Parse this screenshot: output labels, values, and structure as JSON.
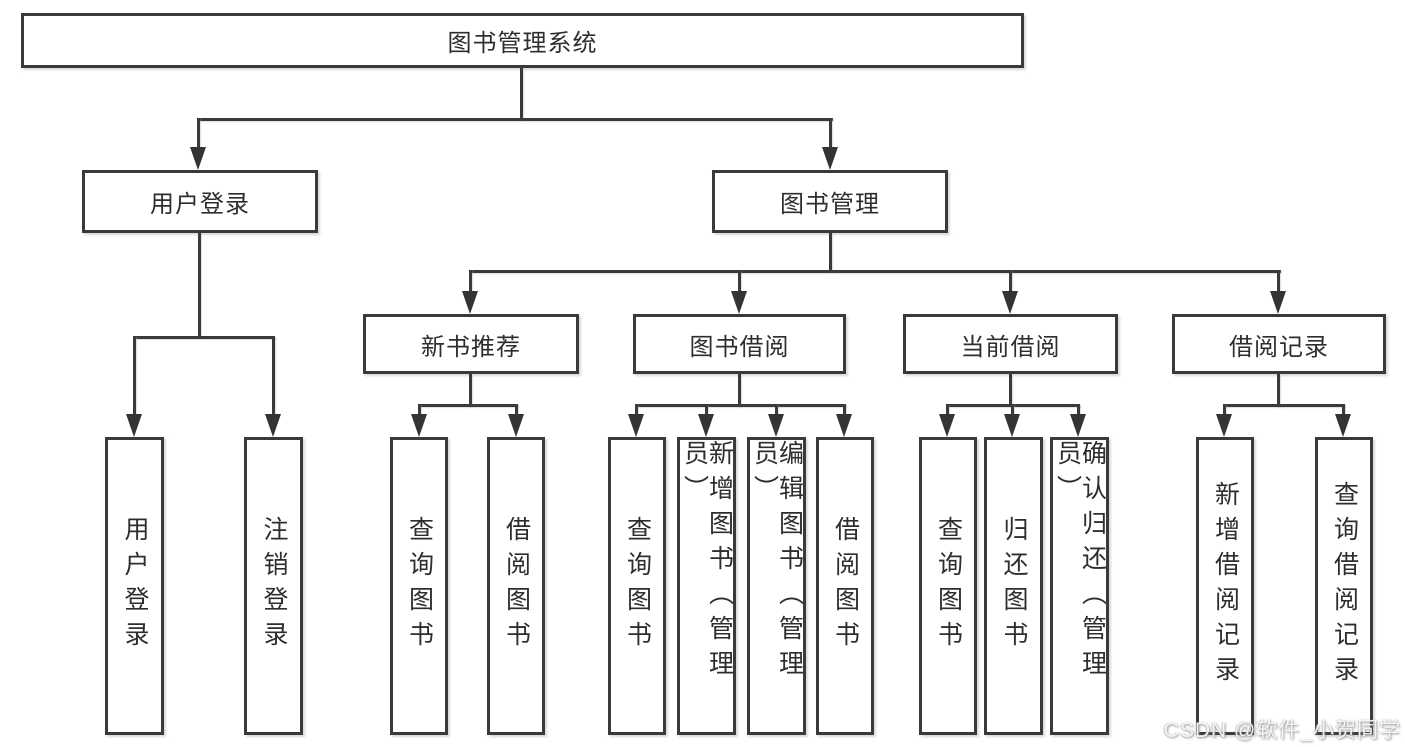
{
  "diagram": {
    "title": "图书管理系统",
    "colors": {
      "line": "#3a3a3a",
      "text": "#2e2e2e",
      "background": "#ffffff",
      "watermark": "#f0f0f0"
    },
    "level2": {
      "user_login": "用户登录",
      "book_mgmt": "图书管理"
    },
    "level3": {
      "new_book_rec": "新书推荐",
      "book_borrow": "图书借阅",
      "current_borrow": "当前借阅",
      "borrow_records": "借阅记录"
    },
    "leaves": {
      "user": [
        "用户登录",
        "注销登录"
      ],
      "newbook": [
        "查询图书",
        "借阅图书"
      ],
      "borrow": [
        "查询图书",
        "新增图书（管理员）",
        "编辑图书（管理员）",
        "借阅图书"
      ],
      "current": [
        "查询图书",
        "归还图书",
        "确认归还（管理员）"
      ],
      "records": [
        "新增借阅记录",
        "查询借阅记录"
      ]
    },
    "watermark": "CSDN @软件_小贺同学"
  }
}
